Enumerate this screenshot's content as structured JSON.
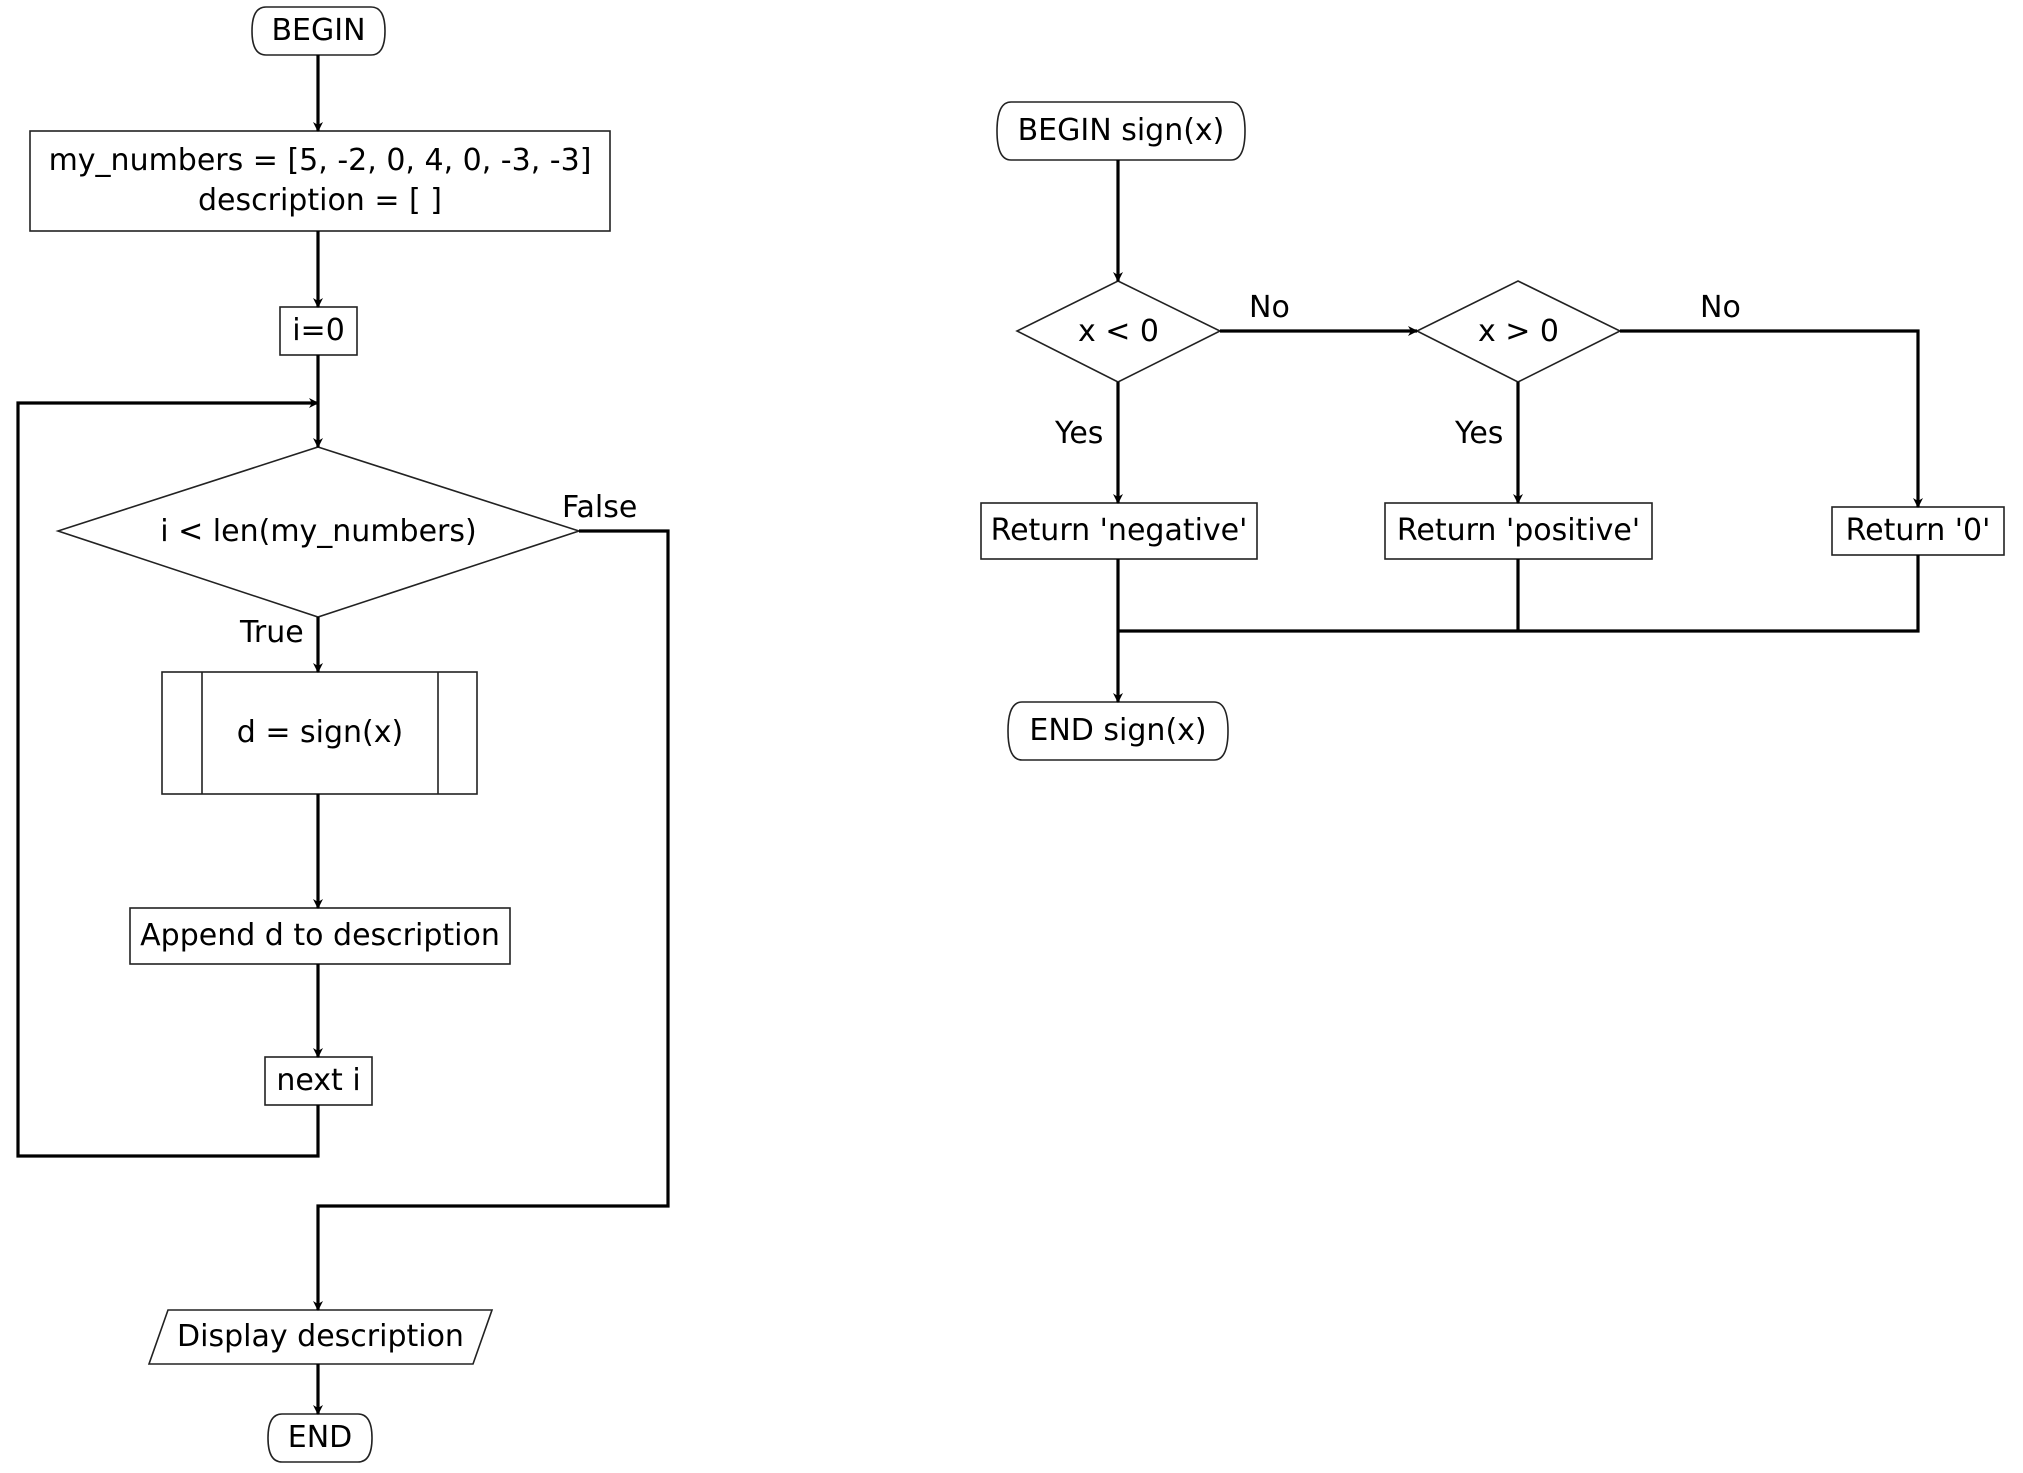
{
  "main_flowchart": {
    "begin": "BEGIN",
    "init_line1": "my_numbers = [5, -2, 0, 4, 0, -3, -3]",
    "init_line2": "description = [ ]",
    "loop_init": "i=0",
    "condition": "i < len(my_numbers)",
    "true_label": "True",
    "false_label": "False",
    "subroutine_call": "d = sign(x)",
    "append_step": "Append d to description",
    "increment": "next i",
    "output": "Display description",
    "end": "END"
  },
  "sign_flowchart": {
    "begin": "BEGIN sign(x)",
    "condition_negative": "x < 0",
    "condition_positive": "x > 0",
    "no_label_1": "No",
    "no_label_2": "No",
    "yes_label_1": "Yes",
    "yes_label_2": "Yes",
    "return_negative": "Return 'negative'",
    "return_positive": "Return 'positive'",
    "return_zero": "Return '0'",
    "end": "END sign(x)"
  }
}
